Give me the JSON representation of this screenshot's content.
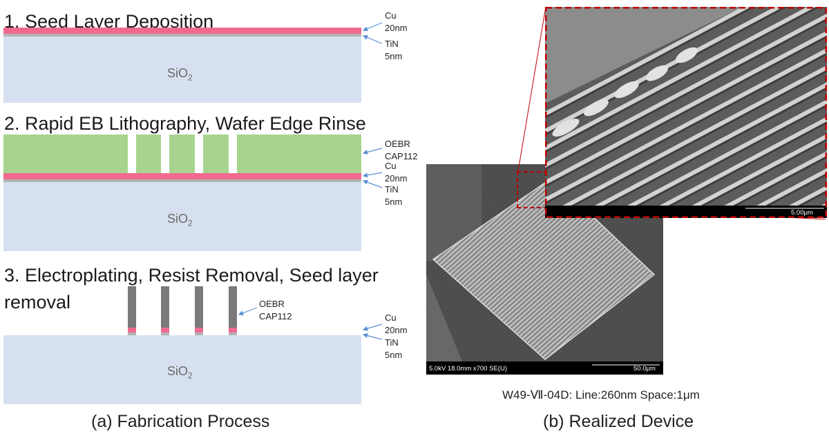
{
  "left": {
    "caption": "(a) Fabrication Process",
    "steps": [
      {
        "title": "1. Seed Layer Deposition",
        "substrate_label": "SiO",
        "substrate_sub": "2",
        "annotations": [
          {
            "lines": [
              "Cu",
              "20nm"
            ]
          },
          {
            "lines": [
              "TiN",
              "5nm"
            ]
          }
        ]
      },
      {
        "title": "2. Rapid EB Lithography, Wafer Edge Rinse",
        "substrate_label": "SiO",
        "substrate_sub": "2",
        "annotations": [
          {
            "lines": [
              "OEBR",
              "CAP112"
            ]
          },
          {
            "lines": [
              "Cu",
              "20nm"
            ]
          },
          {
            "lines": [
              "TiN",
              "5nm"
            ]
          }
        ]
      },
      {
        "title_line1": "3. Electroplating, Resist Removal, Seed layer",
        "title_line2": "removal",
        "substrate_label": "SiO",
        "substrate_sub": "2",
        "annotations": [
          {
            "lines": [
              "OEBR",
              "CAP112"
            ]
          },
          {
            "lines": [
              "Cu",
              "20nm"
            ]
          },
          {
            "lines": [
              "TiN",
              "5nm"
            ]
          }
        ]
      }
    ]
  },
  "right": {
    "caption": "(b) Realized Device",
    "sem_caption": "W49-Ⅶ-04D: Line:260nm Space:1μm",
    "main_sem_info": "5.0kV 18.0mm x700 SE(U)",
    "main_scale": "50.0μm",
    "zoom_scale": "5.00μm"
  },
  "colors": {
    "cu": "#f06a8f",
    "tin": "#b3b3b3",
    "resist": "#a7d38f",
    "sio2": "#d6e0f0",
    "arrow": "#5b8fd0",
    "zoom_box": "#c00000"
  }
}
